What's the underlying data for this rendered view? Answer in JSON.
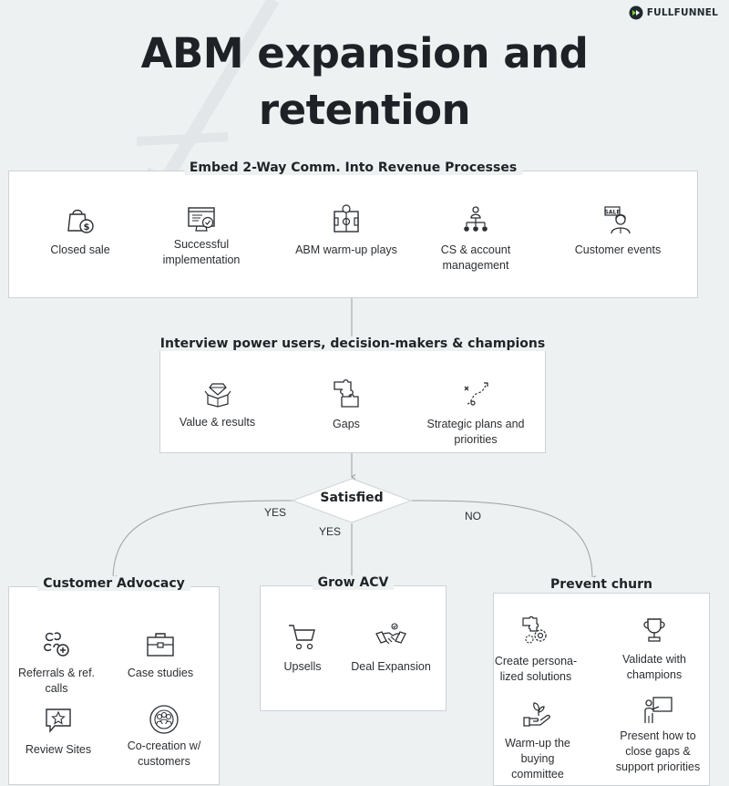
{
  "brand": {
    "name": "FULLFUNNEL"
  },
  "title": {
    "line1": "ABM expansion and",
    "line2": "retention"
  },
  "top_section": {
    "title": "Embed 2-Way Comm. Into Revenue Processes",
    "items": [
      {
        "label": "Closed sale",
        "icon": "shopping-bag-dollar-icon"
      },
      {
        "label": "Successful implementation",
        "icon": "monitor-check-icon"
      },
      {
        "label": "ABM warm-up plays",
        "icon": "soccer-field-icon"
      },
      {
        "label": "CS & account management",
        "icon": "org-chart-icon"
      },
      {
        "label": "Customer events",
        "icon": "sale-person-icon"
      }
    ]
  },
  "middle_section": {
    "title": "Interview power users, decision-makers & champions",
    "items": [
      {
        "label": "Value & results",
        "icon": "diamond-box-icon"
      },
      {
        "label": "Gaps",
        "icon": "puzzle-icon"
      },
      {
        "label": "Strategic plans and priorities",
        "icon": "strategy-path-icon"
      }
    ]
  },
  "decision": {
    "label": "Satisfied",
    "branches": {
      "left": "YES",
      "center": "YES",
      "right": "NO"
    }
  },
  "advocacy": {
    "title": "Customer Advocacy",
    "items": [
      {
        "label": "Referrals & ref. calls",
        "icon": "people-add-icon"
      },
      {
        "label": "Case studies",
        "icon": "briefcase-icon"
      },
      {
        "label": "Review Sites",
        "icon": "star-chat-icon"
      },
      {
        "label": "Co-creation w/ customers",
        "icon": "group-circle-icon"
      }
    ]
  },
  "grow": {
    "title": "Grow ACV",
    "items": [
      {
        "label": "Upsells",
        "icon": "cart-icon"
      },
      {
        "label": "Deal Expansion",
        "icon": "handshake-icon"
      }
    ]
  },
  "churn": {
    "title": "Prevent churn",
    "items": [
      {
        "label": "Create persona-lized solutions",
        "icon": "puzzle-gear-icon"
      },
      {
        "label": "Validate with champions",
        "icon": "trophy-icon"
      },
      {
        "label": "Warm-up the buying committee",
        "icon": "hand-plant-icon"
      },
      {
        "label": "Present how to close gaps & support priorities",
        "icon": "presenter-icon"
      }
    ]
  }
}
